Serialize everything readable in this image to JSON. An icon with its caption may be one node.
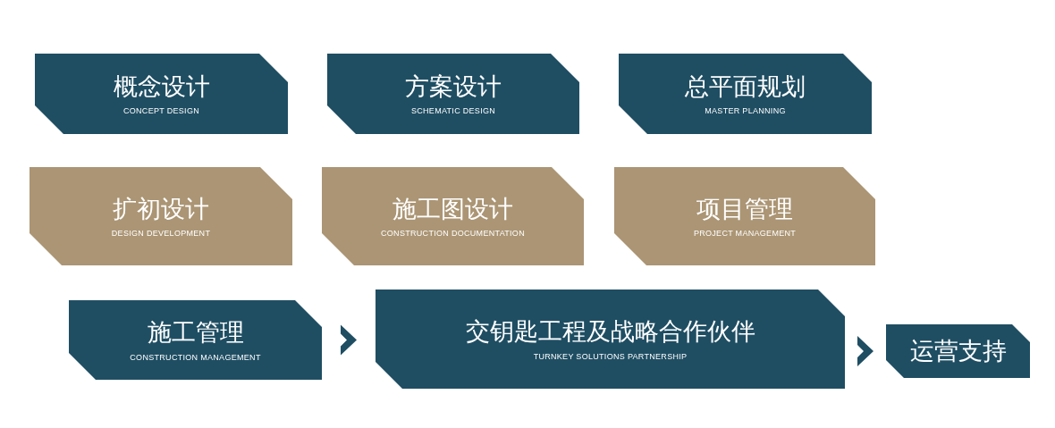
{
  "diagram": {
    "nodes": [
      {
        "text": [
          "概念设计",
          "CONCEPT DESIGN"
        ]
      },
      {
        "text": [
          "方案设计",
          "SCHEMATIC DESIGN"
        ]
      },
      {
        "text": [
          "总平面规划",
          "MASTER PLANNING"
        ]
      },
      {
        "text": [
          "扩初设计",
          "DESIGN DEVELOPMENT"
        ]
      },
      {
        "text": [
          "施工图设计",
          "CONSTRUCTION DOCUMENTATION"
        ]
      },
      {
        "text": [
          "项目管理",
          "PROJECT MANAGEMENT"
        ]
      },
      {
        "text": [
          "施工管理",
          "CONSTRUCTION MANAGEMENT"
        ]
      },
      {
        "text": [
          "交钥匙工程及战略合作伙伴",
          "TURNKEY SOLUTIONS PARTNERSHIP"
        ]
      },
      {
        "text": [
          "运营支持"
        ]
      }
    ],
    "edges": [
      {
        "from": 6,
        "to": 7,
        "arrow": "to"
      },
      {
        "from": 7,
        "to": 8,
        "arrow": "to"
      }
    ]
  }
}
